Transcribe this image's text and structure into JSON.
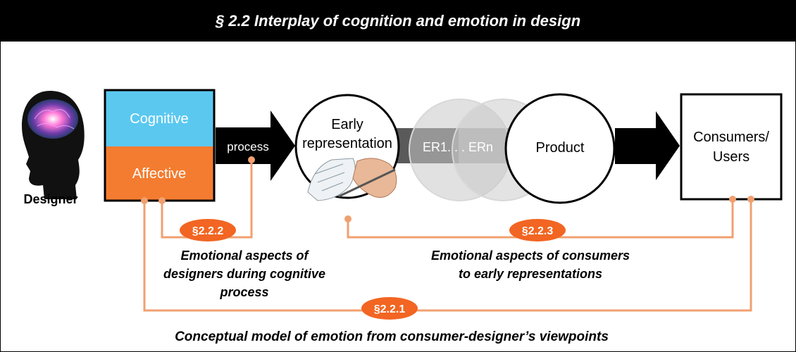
{
  "header": {
    "title": "§ 2.2 Interplay of cognition and emotion in design"
  },
  "designer": {
    "label": "Designer"
  },
  "mind_box": {
    "cognitive_label": "Cognitive",
    "affective_label": "Affective"
  },
  "process_arrow": {
    "label": "process"
  },
  "early_representation": {
    "line1": "Early",
    "line2": "representation"
  },
  "er_range": {
    "label": "ER1. . .  ERn"
  },
  "product": {
    "label": "Product"
  },
  "consumers": {
    "line1": "Consumers/",
    "line2": "Users"
  },
  "badges": {
    "b222": "§2.2.2",
    "b223": "§2.2.3",
    "b221": "§2.2.1"
  },
  "captions": {
    "designers_line1": "Emotional aspects of",
    "designers_line2": "designers during cognitive",
    "designers_line3": "process",
    "consumers_line1": "Emotional aspects of consumers",
    "consumers_line2": "to early representations",
    "overall": "Conceptual model of emotion from consumer-designer’s viewpoints"
  },
  "colors": {
    "cognitive": "#5bc8f0",
    "affective": "#f47c30",
    "connector": "#f0a070",
    "badge": "#f26522",
    "header_bg": "#000000"
  }
}
